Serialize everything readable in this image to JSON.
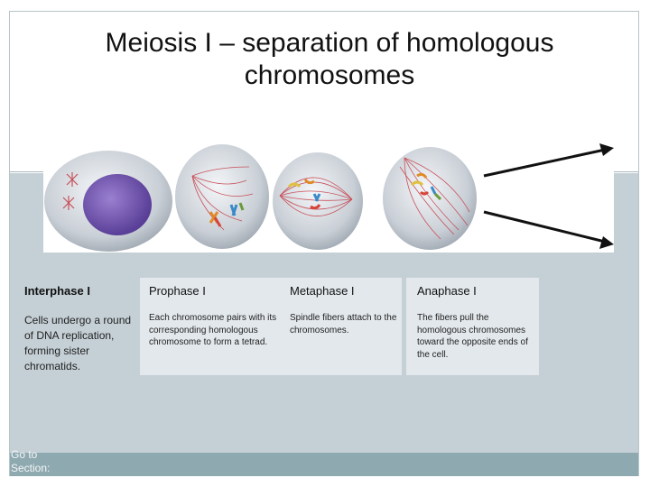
{
  "title": "Meiosis I – separation of homologous chromosomes",
  "phases": [
    {
      "name": "Interphase I",
      "text": "Cells undergo a round of DNA replication, forming sister chromatids."
    },
    {
      "name": "Prophase I",
      "text": "Each chromosome pairs with its corresponding homologous chromosome to form a tetrad."
    },
    {
      "name": "Metaphase I",
      "text": "Spindle fibers attach to the chromosomes."
    },
    {
      "name": "Anaphase I",
      "text": "The fibers pull the homologous chromosomes toward the opposite ends of the cell."
    }
  ],
  "nav": {
    "goto_label": "Go to Section:"
  },
  "colors": {
    "panel": "#c5d0d6",
    "footer": "#8fa9b0",
    "nucleus": "#6a4fa8",
    "spindle": "#c8505a"
  }
}
